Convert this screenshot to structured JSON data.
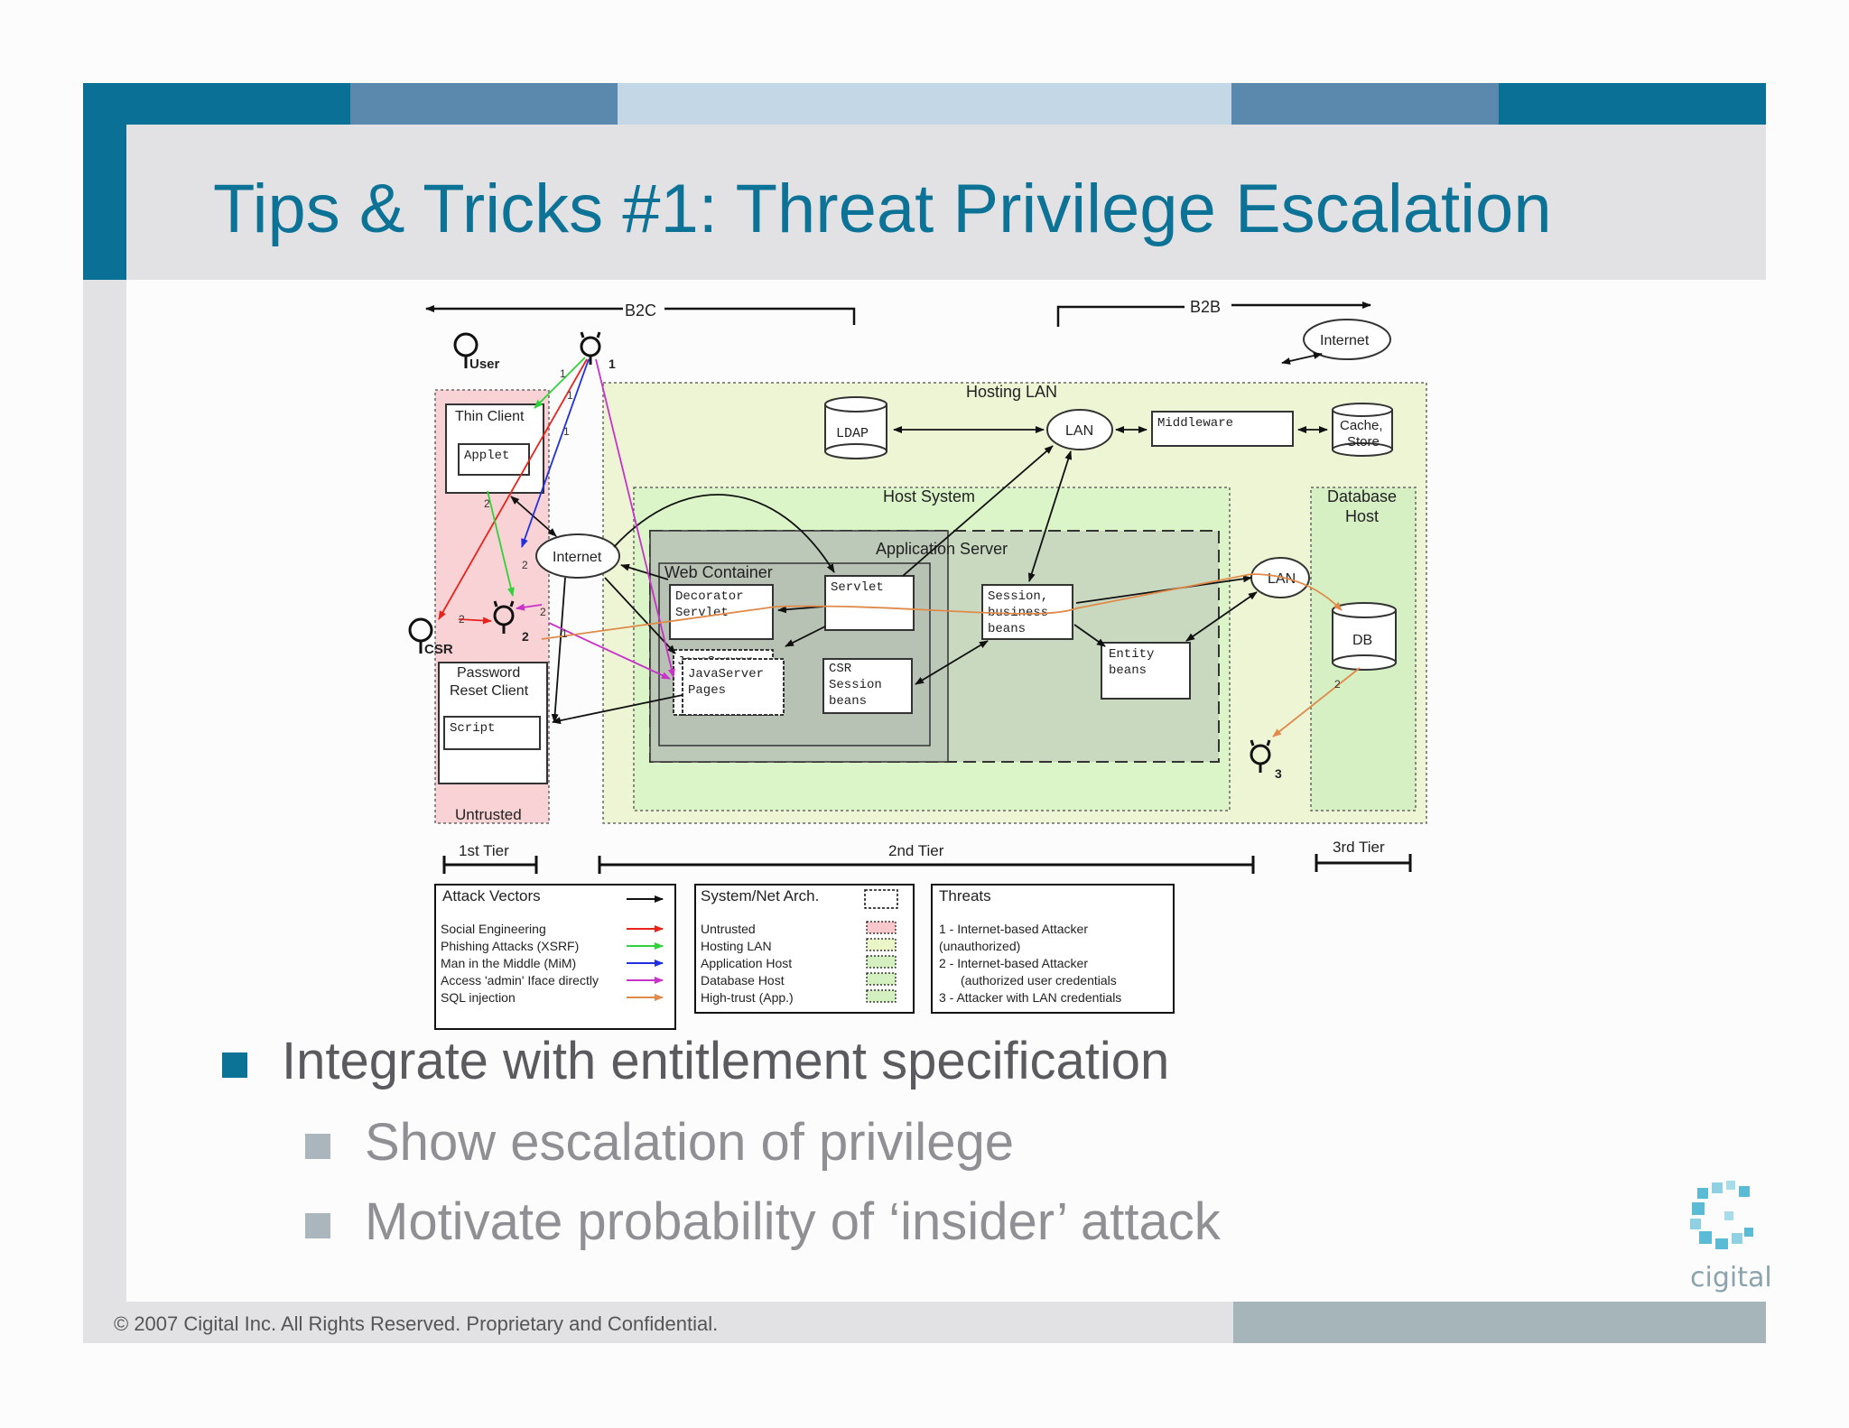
{
  "slide": {
    "title": "Tips & Tricks #1: Threat Privilege Escalation",
    "bullets": [
      {
        "text": "Integrate with entitlement specification",
        "children": [
          {
            "text": "Show escalation of privilege"
          },
          {
            "text": "Motivate probability of ‘insider’ attack"
          }
        ]
      }
    ],
    "footer": "© 2007 Cigital Inc. All Rights Reserved. Proprietary and Confidential.",
    "logo_text": "cigital",
    "colors": {
      "title": "#0d7396",
      "band_dark": "#0a7096",
      "band_mid": "#5b88ad",
      "band_light": "#c4d7e6",
      "footer_bar": "#a6b5ba"
    }
  },
  "diagram": {
    "b2c": "B2C",
    "b2b": "B2B",
    "user": "User",
    "csr": "CSR",
    "internet_top": "Internet",
    "internet_left": "Internet",
    "hosting_lan": "Hosting LAN",
    "ldap": "LDAP",
    "lan_top": "LAN",
    "middleware": "Middleware",
    "cache_l1": "Cache,",
    "cache_l2": "Store",
    "host_system": "Host System",
    "database_host_l1": "Database",
    "database_host_l2": "Host",
    "application_server": "Application Server",
    "web_container": "Web Container",
    "decorator_l1": "Decorator",
    "decorator_l2": "Servlet",
    "servlet": "Servlet",
    "session_l1": "Session,",
    "session_l2": "business",
    "session_l3": "beans",
    "lan_db": "LAN",
    "db": "DB",
    "jsp_back": "JavaServer",
    "jsp_l1": "JavaServer",
    "jsp_l2": "Pages",
    "csr_sess_l1": "CSR",
    "csr_sess_l2": "Session",
    "csr_sess_l3": "beans",
    "entity_l1": "Entity",
    "entity_l2": "beans",
    "thin_client": "Thin Client",
    "applet": "Applet",
    "password_l1": "Password",
    "password_l2": "Reset Client",
    "script": "Script",
    "untrusted": "Untrusted",
    "tier1": "1st Tier",
    "tier2": "2nd Tier",
    "tier3": "3rd Tier",
    "threat_1": "1",
    "threat_2": "2",
    "threat_3": "3",
    "legend_attack": {
      "title": "Attack Vectors",
      "items": [
        "Social Engineering",
        "Phishing Attacks (XSRF)",
        "Man in the Middle (MiM)",
        "Access 'admin' Iface directly",
        "SQL injection"
      ],
      "colors": [
        "#e8231b",
        "#2fd23a",
        "#2030e0",
        "#c832c8",
        "#e08a4a"
      ]
    },
    "legend_arch": {
      "title": "System/Net Arch.",
      "items": [
        "Untrusted",
        "Hosting LAN",
        "Application Host",
        "Database Host",
        "High-trust (App.)"
      ],
      "colors": [
        "#f8c8cc",
        "#eaf5c8",
        "#d4f0c0",
        "#d4f0c0",
        "#d4f0c0"
      ]
    },
    "legend_threats": {
      "title": "Threats",
      "items": [
        "1 - Internet-based Attacker",
        "(unauthorized)",
        "2 - Internet-based Attacker",
        "(authorized user credentials",
        "3 - Attacker with LAN credentials"
      ]
    }
  }
}
